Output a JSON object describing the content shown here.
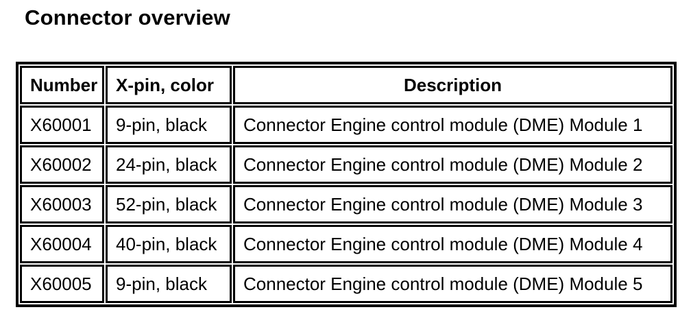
{
  "page": {
    "title": "Connector overview"
  },
  "table": {
    "headers": [
      "Number",
      "X-pin, color",
      "Description"
    ],
    "rows": [
      [
        "X60001",
        "9-pin, black",
        "Connector Engine control module (DME) Module 1"
      ],
      [
        "X60002",
        "24-pin, black",
        "Connector Engine control module (DME) Module 2"
      ],
      [
        "X60003",
        "52-pin, black",
        "Connector Engine control module (DME) Module 3"
      ],
      [
        "X60004",
        "40-pin, black",
        "Connector Engine control module (DME) Module 4"
      ],
      [
        "X60005",
        "9-pin, black",
        "Connector Engine control module (DME) Module 5"
      ]
    ]
  },
  "colors": {
    "text": "#000000",
    "border": "#000000",
    "background": "#ffffff"
  }
}
